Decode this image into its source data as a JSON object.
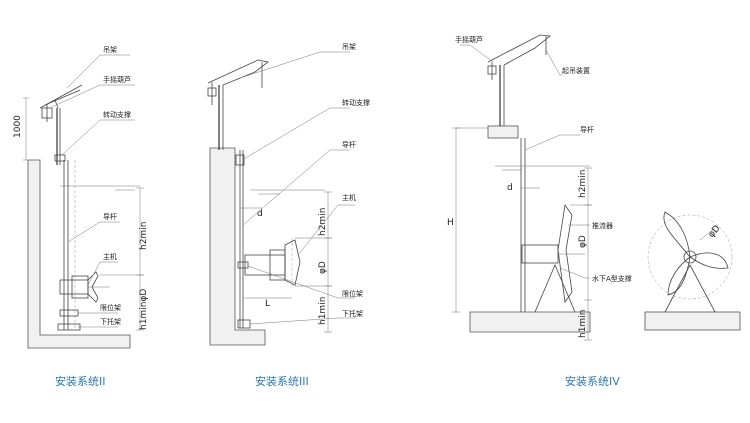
{
  "diagrams": [
    {
      "caption": "安装系统II",
      "labels": {
        "hoist_frame": "吊架",
        "hand_hoist": "手摇葫芦",
        "rotating_support": "转动支撑",
        "guide_rod": "导杆",
        "main_unit": "主机",
        "limit_frame": "限位架",
        "lower_bracket": "下托架"
      },
      "dims": {
        "height": "1000",
        "h2": "h2min",
        "h1": "h1minφD"
      }
    },
    {
      "caption": "安装系统III",
      "labels": {
        "hoist_frame": "吊架",
        "rotating_support": "转动支撑",
        "guide_rod": "导杆",
        "main_unit": "主机",
        "limit_frame": "限位架",
        "lower_bracket": "下托架"
      },
      "dims": {
        "d": "d",
        "h2": "h2min",
        "phiD": "φD",
        "h1": "h1min",
        "L": "L"
      }
    },
    {
      "caption": "安装系统IV",
      "labels": {
        "hand_hoist": "手摇葫芦",
        "lifting_device": "起吊装置",
        "guide_rod": "导杆",
        "flow_impeller": "推流器",
        "lower_a_support": "水下A型支撑"
      },
      "dims": {
        "H": "H",
        "d": "d",
        "h2": "h2min",
        "phiD": "φD",
        "h1": "h1min"
      }
    }
  ]
}
